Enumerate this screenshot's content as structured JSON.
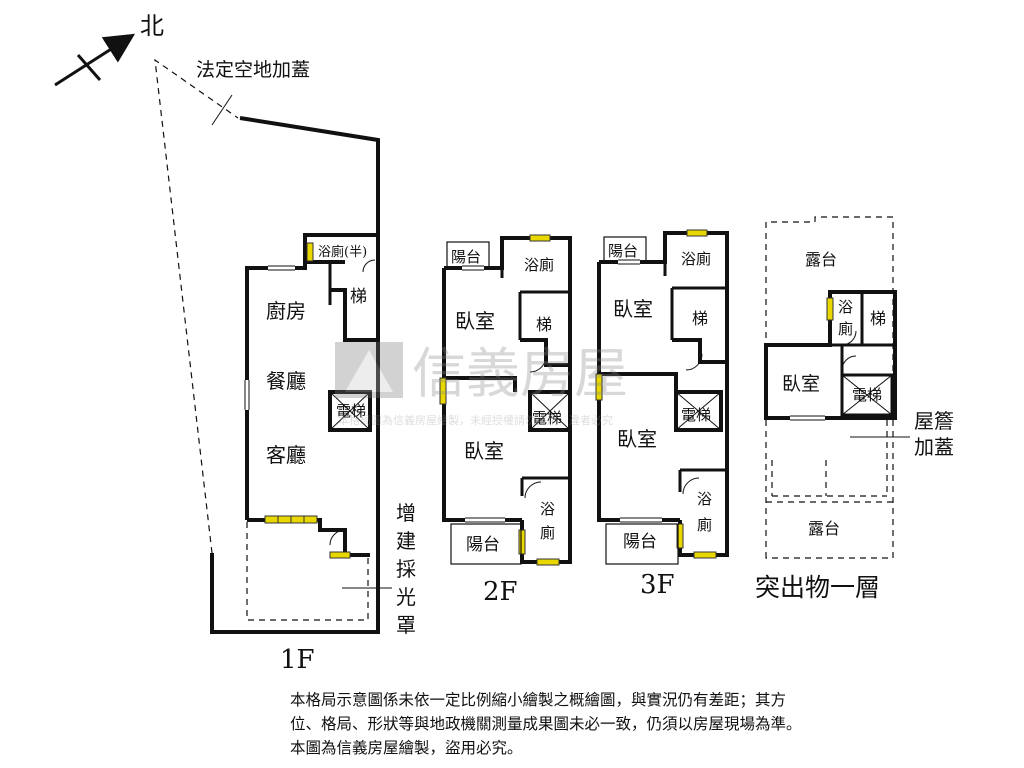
{
  "compass": {
    "north": "北"
  },
  "annotations": {
    "legal_open_space": "法定空地加蓋",
    "skylight_cover": "增建採光罩",
    "eaves_cover": "屋簷加蓋"
  },
  "floors": {
    "f1": {
      "label": "1F",
      "rooms": {
        "bath_half": "浴廁(半)",
        "stairs": "梯",
        "kitchen": "廚房",
        "dining": "餐廳",
        "living": "客廳",
        "elevator": "電梯"
      }
    },
    "f2": {
      "label": "2F",
      "rooms": {
        "balcony_top": "陽台",
        "bath_top": "浴廁",
        "bedroom_top": "臥室",
        "stairs": "梯",
        "elevator": "電梯",
        "bedroom_bottom": "臥室",
        "bath_bottom": "浴廁",
        "balcony_bottom": "陽台"
      }
    },
    "f3": {
      "label": "3F",
      "rooms": {
        "balcony_top": "陽台",
        "bath_top": "浴廁",
        "bedroom_top": "臥室",
        "stairs": "梯",
        "elevator": "電梯",
        "bedroom_bottom": "臥室",
        "bath_bottom": "浴廁",
        "balcony_bottom": "陽台"
      }
    },
    "roof": {
      "label": "突出物一層",
      "rooms": {
        "terrace_top": "露台",
        "bath": "浴廁",
        "stairs": "梯",
        "bedroom": "臥室",
        "elevator": "電梯",
        "terrace_bottom": "露台"
      }
    }
  },
  "watermark": {
    "brand": "信義房屋",
    "notice": "本格局圖為信義房屋繪製，未經授權請勿盜用，違者必究"
  },
  "disclaimer": [
    "本格局示意圖係未依一定比例縮小繪製之概繪圖，與實況仍有差距；其方",
    "位、格局、形狀等與地政機關測量成果圖未必一致，仍須以房屋現場為準。",
    "本圖為信義房屋繪製，盜用必究。"
  ]
}
